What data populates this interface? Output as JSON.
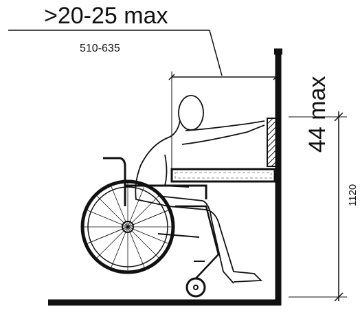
{
  "diagram": {
    "reach_label": ">20-25 max",
    "reach_label_metric": "510-635",
    "height_label": "44 max",
    "height_label_metric": "1120"
  }
}
